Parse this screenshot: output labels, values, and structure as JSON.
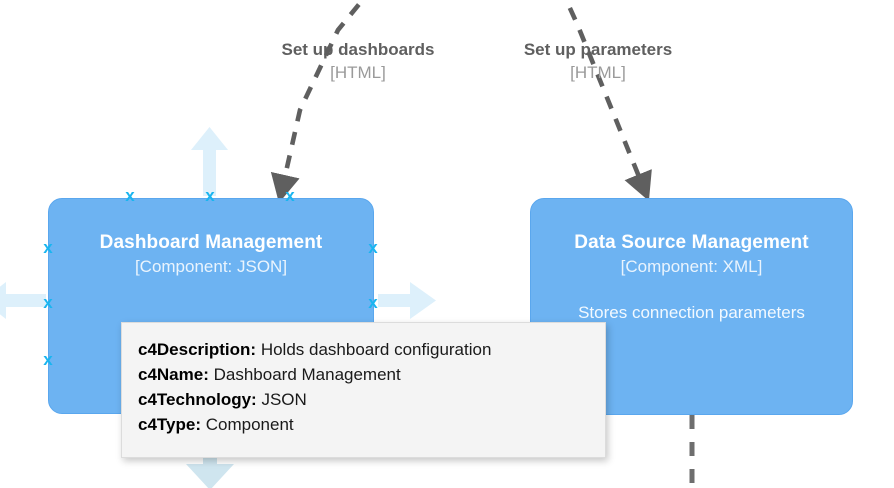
{
  "diagram": {
    "type": "c4-component-diagram",
    "background_color": "#ffffff",
    "node_fill_color": "#6db3f2",
    "node_text_color": "#ffffff",
    "anchor_color": "#19b5f0",
    "edge_color": "#5f5f5f",
    "tooltip_background": "#f4f4f4"
  },
  "nodes": [
    {
      "id": "dashboard-management",
      "title": "Dashboard Management",
      "meta": "[Component: JSON]",
      "description": ""
    },
    {
      "id": "data-source-management",
      "title": "Data Source Management",
      "meta": "[Component: XML]",
      "description": "Stores connection parameters"
    }
  ],
  "edges": [
    {
      "id": "set-up-dashboards",
      "label": "Set up dashboards",
      "technology": "[HTML]",
      "style": "dashed",
      "target": "dashboard-management"
    },
    {
      "id": "set-up-parameters",
      "label": "Set up parameters",
      "technology": "[HTML]",
      "style": "dashed",
      "target": "data-source-management"
    }
  ],
  "anchors": {
    "label": "x",
    "dashboard_top": [
      130,
      210,
      290
    ],
    "dashboard_left": [
      248,
      303,
      360
    ],
    "dashboard_right": [
      248,
      303
    ]
  },
  "tooltip": {
    "rows": [
      {
        "key": "c4Description:",
        "value": "Holds dashboard configuration"
      },
      {
        "key": "c4Name:",
        "value": "Dashboard Management"
      },
      {
        "key": "c4Technology:",
        "value": "JSON"
      },
      {
        "key": "c4Type:",
        "value": "Component"
      }
    ]
  },
  "direction_arrows": [
    {
      "id": "arrow-up-dashboard",
      "direction": "up"
    },
    {
      "id": "arrow-left-dashboard",
      "direction": "left"
    },
    {
      "id": "arrow-right-dashboard",
      "direction": "right"
    },
    {
      "id": "arrow-down-dashboard",
      "direction": "down"
    }
  ]
}
